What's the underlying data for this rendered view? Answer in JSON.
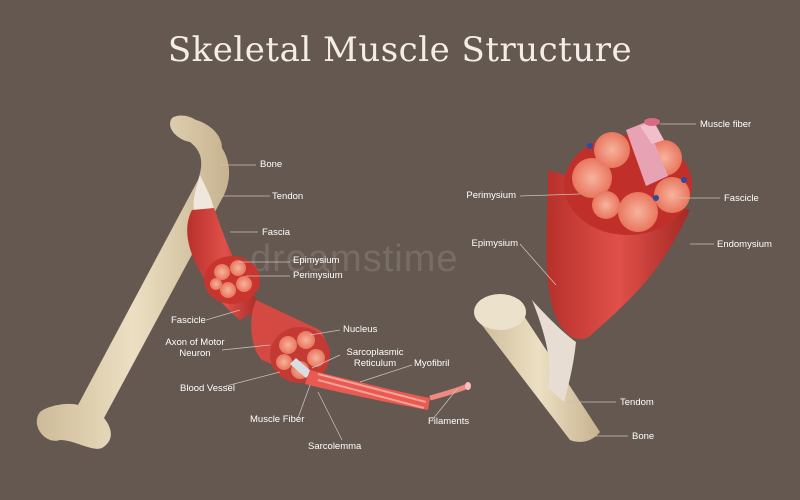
{
  "title": "Skeletal Muscle Structure",
  "watermark": "dreamstime",
  "colors": {
    "background": "#645850",
    "bone": "#e2d3b3",
    "muscle": "#d8463f",
    "muscle_dark": "#a92b27",
    "fascicle": "#f08a72",
    "line": "#c9c0b8"
  },
  "left_labels": {
    "bone": "Bone",
    "tendon": "Tendon",
    "fascia": "Fascia",
    "epimysium": "Epimysium",
    "perimysium": "Perimysium",
    "fascicle": "Fascicle",
    "axon_line1": "Axon of Motor",
    "axon_line2": "Neuron",
    "nucleus": "Nucleus",
    "sarcoplasmic_line1": "Sarcoplasmic",
    "sarcoplasmic_line2": "Reticulum",
    "myofibril": "Myofibril",
    "blood_vessel": "Blood Vessel",
    "muscle_fiber": "Muscle Fiber",
    "filaments": "Filaments",
    "sarcolemma": "Sarcolemma"
  },
  "right_labels": {
    "muscle_fiber": "Muscle fiber",
    "perimysium": "Perimysium",
    "fascicle": "Fascicle",
    "epimysium": "Epimysium",
    "endomysium": "Endomysium",
    "tendom": "Tendom",
    "bone": "Bone"
  }
}
